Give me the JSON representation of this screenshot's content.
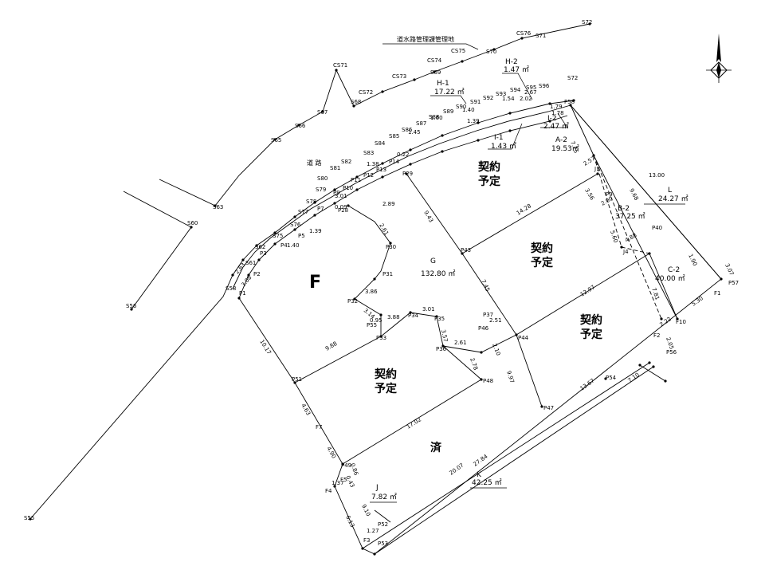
{
  "labels": {
    "water_management": "道水路管理課管理地",
    "road": "道  路",
    "lot_F": "F",
    "lot_G": "G",
    "lot_G_area": "132.80 ㎡",
    "lot_H1": "H-1",
    "lot_H1_area": "17.22 ㎡",
    "lot_H2": "H-2",
    "lot_H2_area": "1.47 ㎡",
    "lot_I1": "I-1",
    "lot_I1_area": "1.43 ㎡",
    "lot_I2": "I-2",
    "lot_I2_area": "2.47 ㎡",
    "lot_A2": "A-2",
    "lot_A2_area": "19.53㎡",
    "lot_B2": "B-2",
    "lot_B2_area": "37.25 ㎡",
    "lot_C2": "C-2",
    "lot_C2_area": "40.00 ㎡",
    "lot_L": "L",
    "lot_L_area": "24.27 ㎡",
    "lot_J": "J",
    "lot_J_area": "7.82 ㎡",
    "lot_K": "K",
    "lot_K_area": "42.25 ㎡",
    "contract1_l1": "契約",
    "contract1_l2": "予定",
    "contract2_l1": "契約",
    "contract2_l2": "予定",
    "contract3_l1": "契約",
    "contract3_l2": "予定",
    "contract4_l1": "契約",
    "contract4_l2": "予定",
    "done": "済"
  },
  "points": {
    "S55": "S55",
    "S56": "S56",
    "S60": "S60",
    "S63": "S63",
    "S65": "S65",
    "S66": "S66",
    "S67": "S67",
    "S68": "S68",
    "S69": "S69",
    "S70": "S70",
    "S71": "S71",
    "S72": "S72",
    "CS71": "CS71",
    "CS72": "CS72",
    "CS73": "CS73",
    "CS74": "CS74",
    "CS75": "CS75",
    "CS76": "CS76",
    "S58": "S58",
    "S61": "S61",
    "S62": "S62",
    "S75": "S75",
    "S76": "S76",
    "S77": "S77",
    "S78": "S78",
    "S79": "S79",
    "S80": "S80",
    "S81": "S81",
    "S82": "S82",
    "S83": "S83",
    "S84": "S84",
    "S85": "S85",
    "S86": "S86",
    "S87": "S87",
    "S88": "S88",
    "S89": "S89",
    "S90": "S90",
    "S91": "S91",
    "S92": "S92",
    "S93": "S93",
    "S94": "S94",
    "S95": "S95",
    "S96": "S96",
    "P1": "P1",
    "P2": "P2",
    "P3": "P3",
    "P4": "P4",
    "P5": "P5",
    "P7": "P7",
    "P9": "P9",
    "P10": "P10",
    "P11": "P11",
    "P12": "P12",
    "P13": "P13",
    "P14": "P14",
    "P28": "P28",
    "P29": "P29",
    "P30": "P30",
    "P31": "P31",
    "P32": "P32",
    "P33": "P33",
    "P34": "P34",
    "P35": "P35",
    "P36": "P36",
    "P37": "P37",
    "P38": "P38",
    "P40": "P40",
    "P43": "P43",
    "P44": "P44",
    "P46": "P46",
    "P47": "P47",
    "P48": "P48",
    "P49": "P49",
    "P50": "P50",
    "P51": "P51",
    "P52": "P52",
    "P53": "P53",
    "P54": "P54",
    "P55": "P55",
    "P56": "P56",
    "P57": "P57",
    "F1": "F1",
    "F2": "F2",
    "F3": "F3",
    "F4": "F4",
    "F5": "F5",
    "F7": "F7",
    "F10": "F10",
    "J1": "J1",
    "J4": "J4",
    "P59": "P59",
    "P58": "P58"
  },
  "dims": {
    "d1": "2.63",
    "d2": "3.08",
    "d3": "1.39",
    "d4": "1.40",
    "d5": "3.01",
    "d6": "0.09",
    "d7": "2.61",
    "d8": "2.89",
    "d9": "3.86",
    "d10": "3.14",
    "d11": "0.95",
    "d12": "3.88",
    "d13": "3.01",
    "d14": "3.57",
    "d15": "2.61",
    "d16": "2.51",
    "d17": "2.10",
    "d18": "7.45",
    "d19": "9.43",
    "d20": "14.28",
    "d21": "2.57",
    "d22": "3.56",
    "d23": "2.00",
    "d24": "5.60",
    "d25": "4.88",
    "d26": "12.97",
    "d27": "7.81",
    "d28": "13.00",
    "d29": "9.68",
    "d30": "1.90",
    "d31": "3.07",
    "d32": "5.30",
    "d33": "2.22",
    "d34": "2.05",
    "d35": "10.17",
    "d36": "9.88",
    "d37": "4.63",
    "d38": "4.90",
    "d39": "17.02",
    "d40": "2.78",
    "d41": "9.97",
    "d42": "13.67",
    "d43": "7.10",
    "d44": "20.07",
    "d45": "27.84",
    "d46": "1.37",
    "d47": "6.13",
    "d48": "1.27",
    "d49": "9.10",
    "d50": "0.43",
    "d51": "0.86",
    "d52": "7.75",
    "d53": "2.67",
    "d54": "2.02",
    "d55": "1.54",
    "d56": "1.40",
    "d57": "1.39",
    "d58": "0.22",
    "d59": "0.09",
    "d60": "1.79",
    "d61": "1.60",
    "d62": "1.78",
    "d63": "1.45",
    "d64": "1.38",
    "d65": "0.53"
  }
}
